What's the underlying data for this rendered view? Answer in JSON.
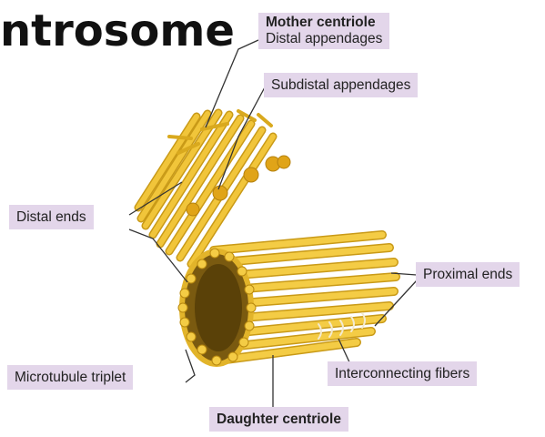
{
  "title": "ntrosome",
  "labels": {
    "mother_centriole": "Mother centriole",
    "distal_appendages": "Distal appendages",
    "subdistal_appendages": "Subdistal appendages",
    "distal_ends": "Distal ends",
    "proximal_ends": "Proximal ends",
    "microtubule_triplet": "Microtubule triplet",
    "interconnecting_fibers": "Interconnecting fibers",
    "daughter_centriole": "Daughter centriole"
  },
  "colors": {
    "label_background": "#e3d6ea",
    "tubule": "#f1c53a",
    "tubule_dark": "#c99a17",
    "tubule_light": "#fde07a",
    "leader_line": "#333333"
  }
}
